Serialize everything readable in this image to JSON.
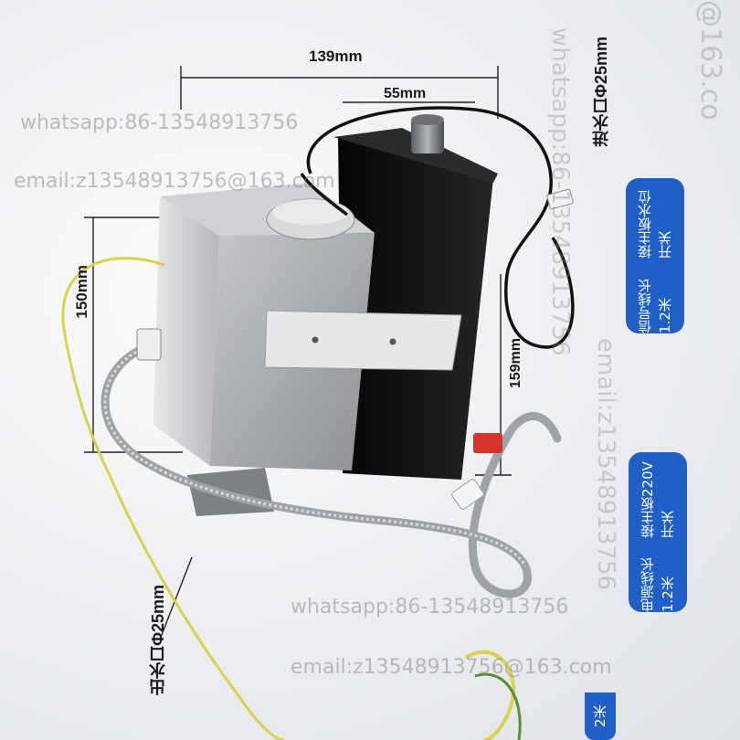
{
  "dimensions": {
    "width_top": "139mm",
    "width_inner": "55mm",
    "height_left": "150mm",
    "height_right": "159mm",
    "inlet": "进水口Φ25mm",
    "outlet": "出水口Φ25mm"
  },
  "labels": {
    "signal_line": "信号线长1.2米",
    "signal_conn": "接主板水位开关",
    "power_line": "电源线长1.2米",
    "power_conn": "接主板220V开关",
    "bottom_partial": "2米"
  },
  "watermarks": {
    "whatsapp": "whatsapp:86-13548913756",
    "email": "email:z13548913756@163.com",
    "email_partial": "@163.co",
    "vertical_a": "whatsapp:86-13548913756",
    "vertical_b": "email:z13548913756"
  },
  "colors": {
    "pill_blue": "#1f5fc6",
    "housing_black": "#161616",
    "steel": "#a9acb0",
    "ground_wire": "#d9d24a"
  }
}
